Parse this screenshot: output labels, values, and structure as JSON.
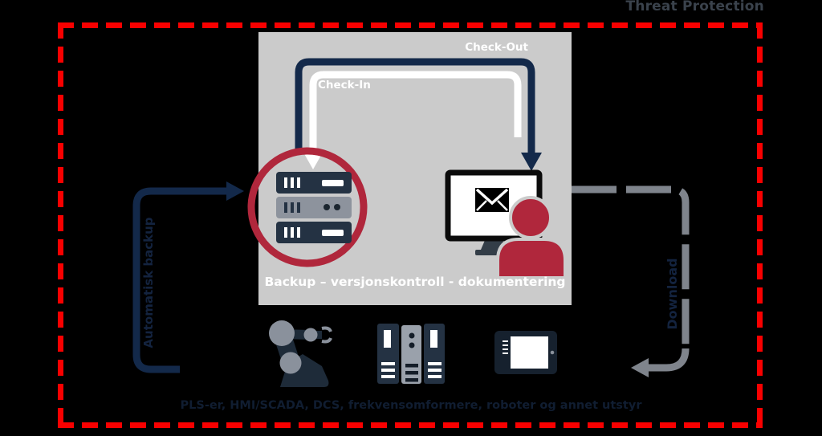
{
  "title": "Threat Protection",
  "panel": {
    "check_out_label": "Check-Out",
    "check_in_label": "Check-In",
    "caption": "Backup – versjonskontroll - dokumentering"
  },
  "flows": {
    "left_upload_label": "Automatisk backup",
    "right_download_label": "Download"
  },
  "footer": {
    "caption": "PLS-er, HMI/SCADA, DCS, frekvensomformere, roboter og annet utstyr"
  },
  "icons": {
    "server_rack": "server-rack-icon",
    "highlight_circle": "highlight-circle",
    "monitor_email": "monitor-email-icon",
    "person": "person-icon",
    "robot_arm": "robot-arm-icon",
    "plc_rack": "plc-rack-icon",
    "hmi_tablet": "hmi-tablet-icon"
  },
  "colors": {
    "background": "#000000",
    "boundary_red": "#f80000",
    "panel_gray": "#cbcbcb",
    "arrow_navy": "#13294a",
    "icon_navy": "#22303f",
    "crimson": "#b0273c",
    "flow_gray": "#7f848c",
    "white": "#ffffff",
    "title_slate": "#3a424c"
  }
}
